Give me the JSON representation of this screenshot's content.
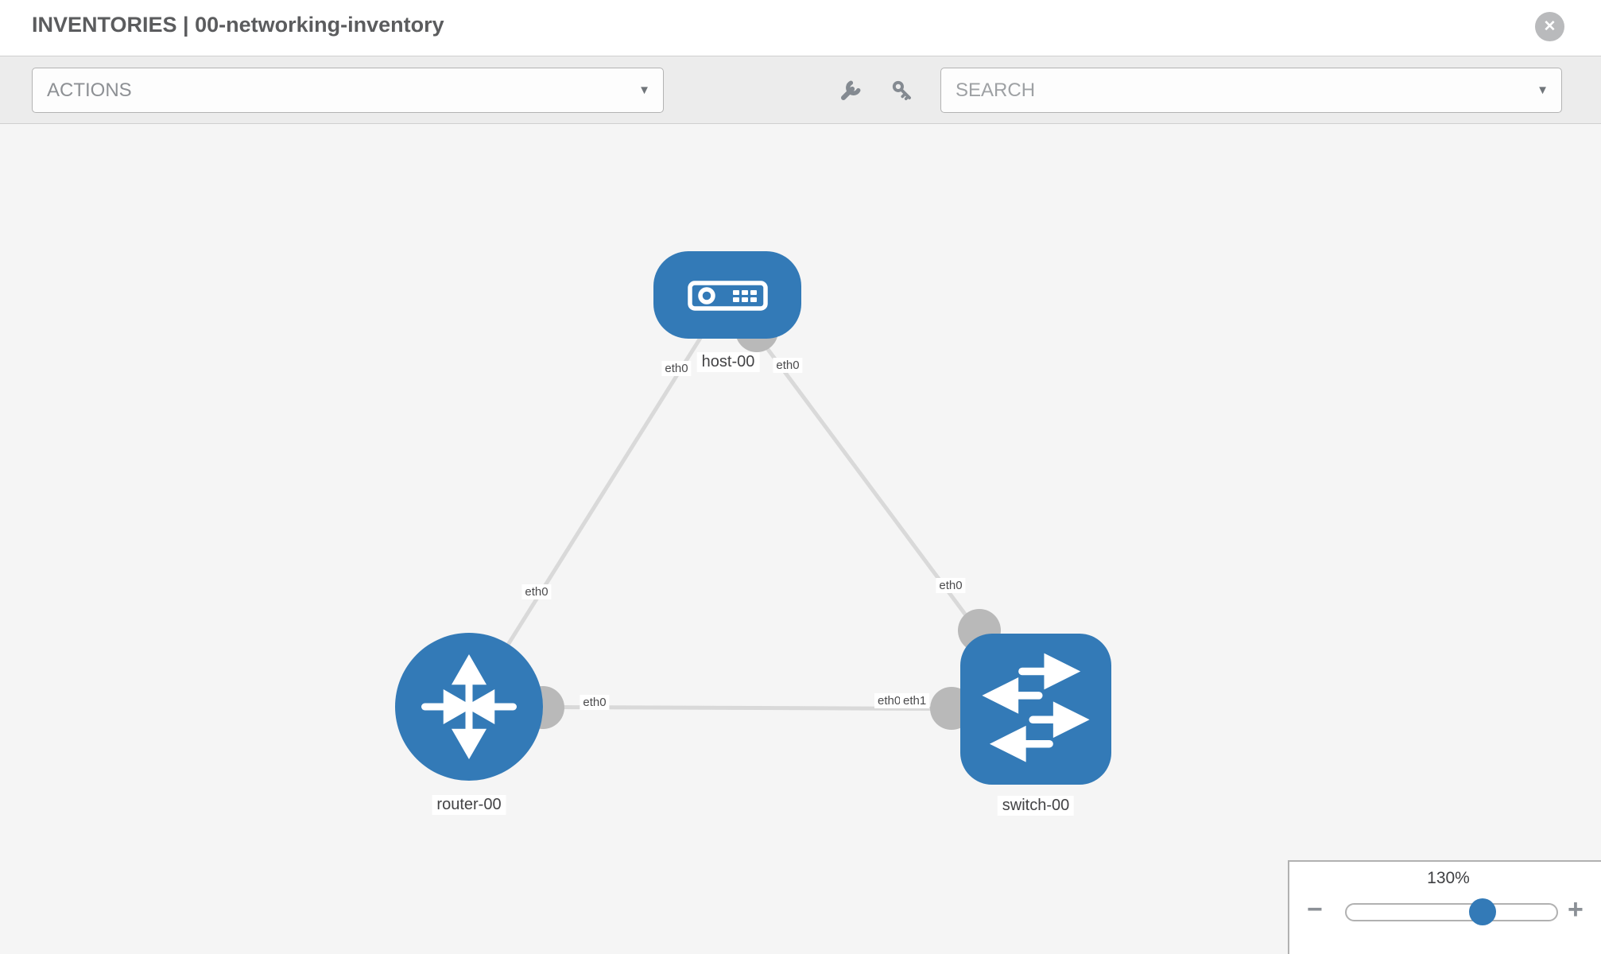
{
  "header": {
    "title": "INVENTORIES | 00-networking-inventory"
  },
  "toolbar": {
    "actions_placeholder": "ACTIONS",
    "search_placeholder": "SEARCH"
  },
  "icons": {
    "caret_down": "▼",
    "close": "✕"
  },
  "colors": {
    "node_fill": "#337ab7",
    "link_line": "#d9d9d9",
    "interface_circle": "#b9b9b9",
    "canvas_bg": "#f5f5f5",
    "toolbar_bg": "#ececec",
    "slider_thumb": "#337ab7"
  },
  "topology": {
    "nodes": [
      {
        "id": "host-00",
        "type": "host",
        "label": "host-00"
      },
      {
        "id": "router-00",
        "type": "router",
        "label": "router-00"
      },
      {
        "id": "switch-00",
        "type": "switch",
        "label": "switch-00"
      }
    ],
    "links": [
      {
        "source": "host-00",
        "target": "router-00",
        "source_interface": "eth0",
        "target_interface": "eth0"
      },
      {
        "source": "host-00",
        "target": "switch-00",
        "source_interface": "eth0",
        "target_interface": "eth0"
      },
      {
        "source": "router-00",
        "target": "switch-00",
        "source_interface": "eth0",
        "target_interface": "eth1",
        "target_interface_overlapped": "eth0"
      }
    ]
  },
  "zoom_control": {
    "level": "130%",
    "minus_label": "−",
    "plus_label": "+"
  }
}
